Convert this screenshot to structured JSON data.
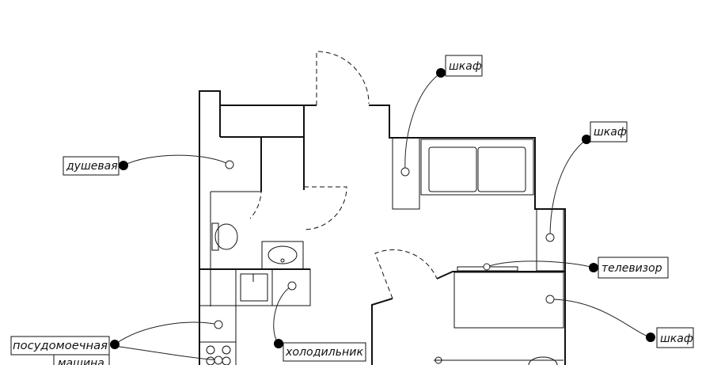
{
  "labels": {
    "shower": "душевая",
    "wardrobe_1": "шкаф",
    "wardrobe_2": "шкаф",
    "tv": "телевизор",
    "wardrobe_3": "шкаф",
    "dishwasher_line1": "посудомоечная",
    "dishwasher_line2": "машина",
    "fridge": "холодильник"
  }
}
